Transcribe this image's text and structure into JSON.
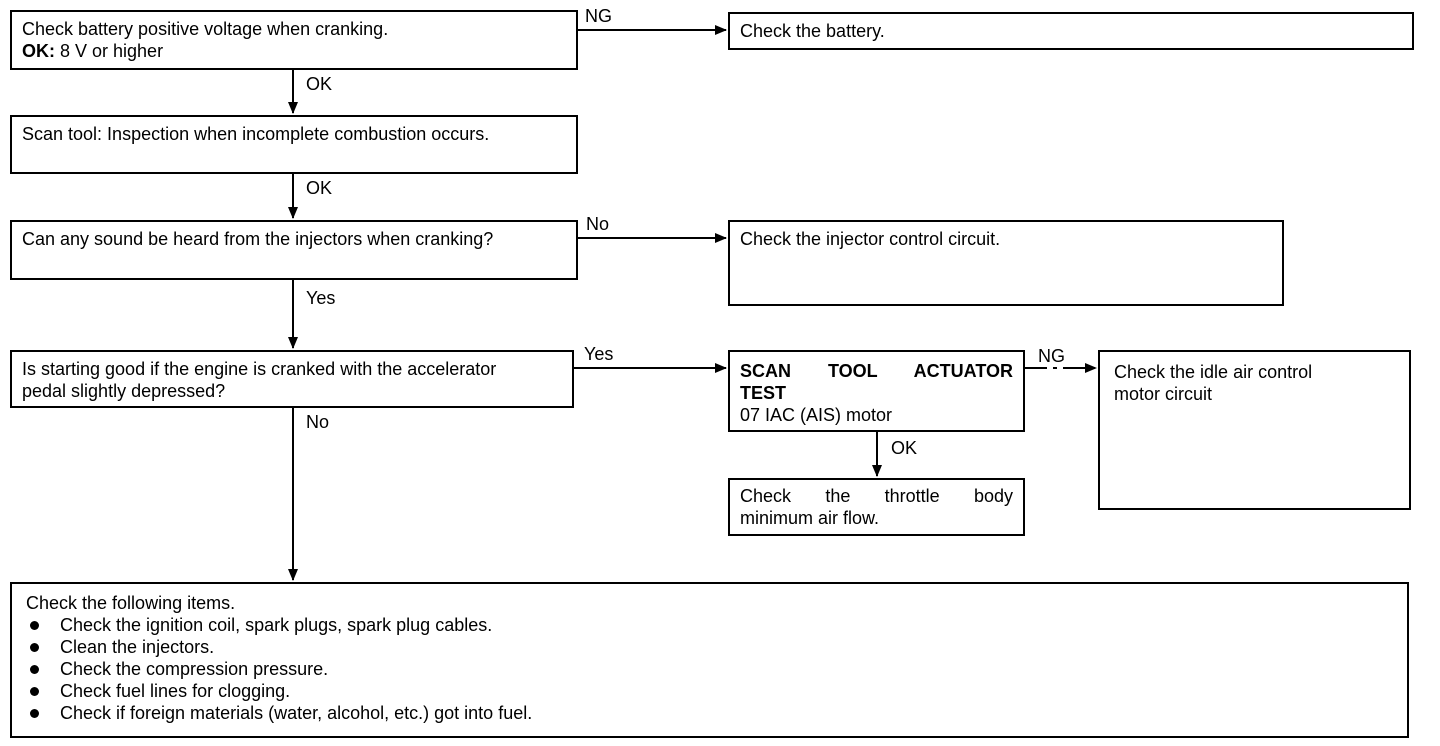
{
  "flow": {
    "battery_check": {
      "line1": "Check battery positive voltage when cranking.",
      "ok_label": "OK:",
      "ok_value": " 8 V or higher"
    },
    "check_battery": "Check the battery.",
    "scan_tool": "Scan tool: Inspection when incomplete combustion occurs.",
    "injector_sound": "Can any sound be heard from the injectors when cranking?",
    "injector_circuit": "Check the injector control circuit.",
    "starting_good": {
      "line1": "Is starting good if the engine is cranked with the accelerator",
      "line2": "pedal slightly depressed?"
    },
    "actuator_test": {
      "line1": "SCAN TOOL ACTUATOR",
      "line2": "TEST",
      "line3": "07 IAC (AIS) motor"
    },
    "idle_air": {
      "line1": "Check the idle air control",
      "line2": "motor circuit"
    },
    "throttle_body": {
      "line1": "Check the throttle body",
      "line2": "minimum air flow."
    },
    "final_checks": {
      "title": "Check the following items.",
      "items": [
        "Check the ignition coil, spark plugs, spark plug cables.",
        "Clean the injectors.",
        "Check the compression pressure.",
        "Check fuel lines for clogging.",
        "Check if foreign materials (water, alcohol, etc.) got into fuel."
      ]
    },
    "labels": {
      "ng_1": "NG",
      "ok_1": "OK",
      "ok_2": "OK",
      "no_1": "No",
      "yes_1": "Yes",
      "yes_2": "Yes",
      "no_2": "No",
      "ng_2": "NG",
      "ok_3": "OK"
    }
  }
}
